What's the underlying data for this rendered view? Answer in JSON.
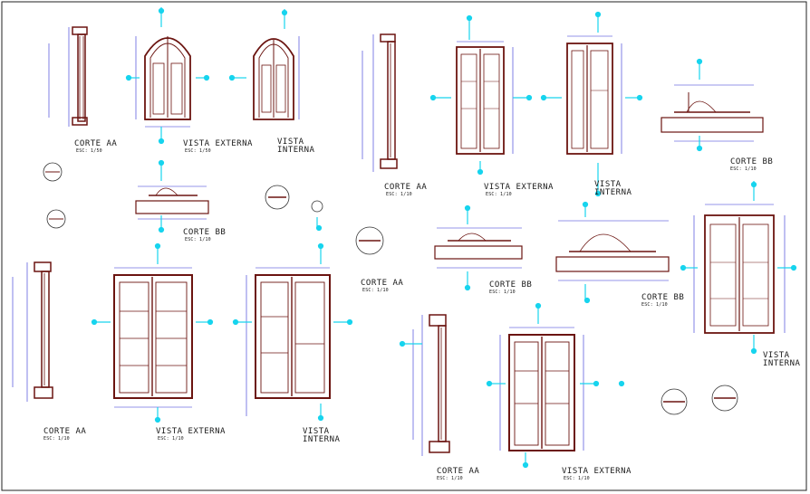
{
  "colors": {
    "background": "#ffffff",
    "door_lines": "#6b1410",
    "dimension_lines": "#2b2bd6",
    "marker_lines": "#17d4ee",
    "text": "#1a1a1a"
  },
  "labels": {
    "corte_aa": "CORTE AA",
    "vista_externa": "VISTA EXTERNA",
    "vista_interna": "VISTA INTERNA",
    "corte_bb": "CORTE BB",
    "esc_1_50": "ESC: 1/50",
    "esc_1_10": "ESC: 1/10"
  }
}
